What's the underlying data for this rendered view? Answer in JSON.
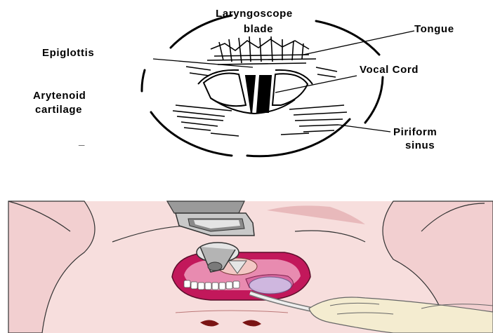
{
  "labels": {
    "laryngoscope_line1": "Laryngoscope",
    "laryngoscope_line2": "blade",
    "tongue": "Tongue",
    "epiglottis": "Epiglottis",
    "vocal_cord": "Vocal Cord",
    "arytenoid_line1": "Arytenoid",
    "arytenoid_line2": "cartilage",
    "piriform_line1": "Piriform",
    "piriform_line2": "sinus",
    "dash": "_"
  },
  "colors": {
    "ink": "#000000",
    "skin": "#f7dedd",
    "skin_shadow": "#e8b9bb",
    "skin_dark": "#d99a9d",
    "mouth": "#c2185b",
    "mouth_inner": "#e88bb0",
    "blade_metal": "#888888",
    "blade_light": "#e4e4e4",
    "glove": "#f4ecd0",
    "nostril": "#7a1414"
  }
}
